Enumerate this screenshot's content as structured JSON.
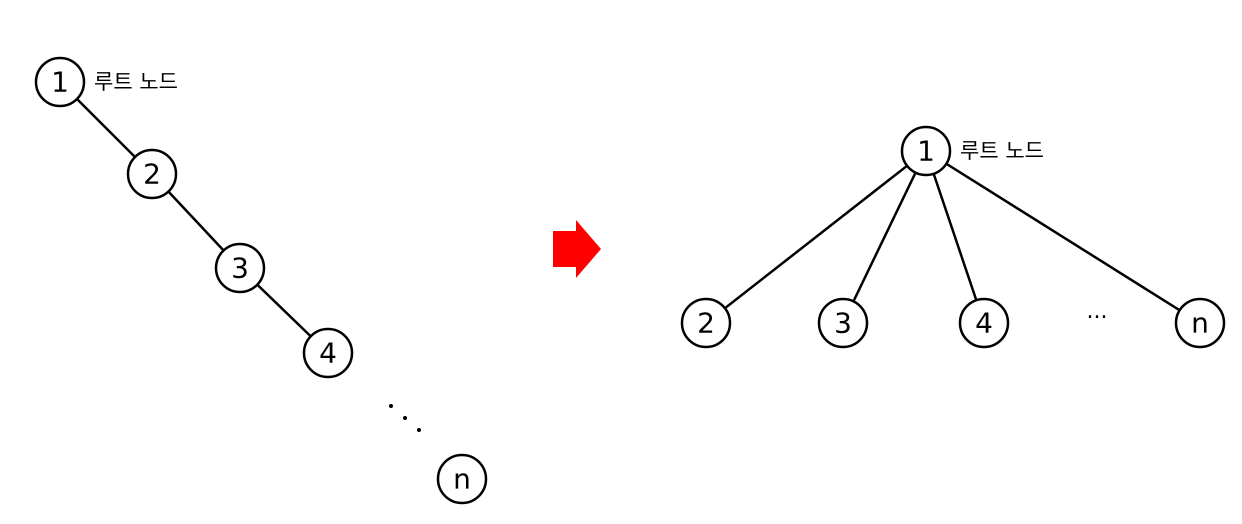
{
  "left_tree": {
    "root_caption": "루트 노드",
    "nodes": [
      "1",
      "2",
      "3",
      "4",
      "n"
    ]
  },
  "right_tree": {
    "root_caption": "루트 노드",
    "root": "1",
    "children": [
      "2",
      "3",
      "4",
      "n"
    ],
    "ellipsis": "···"
  },
  "arrow_color": "#ff0000"
}
